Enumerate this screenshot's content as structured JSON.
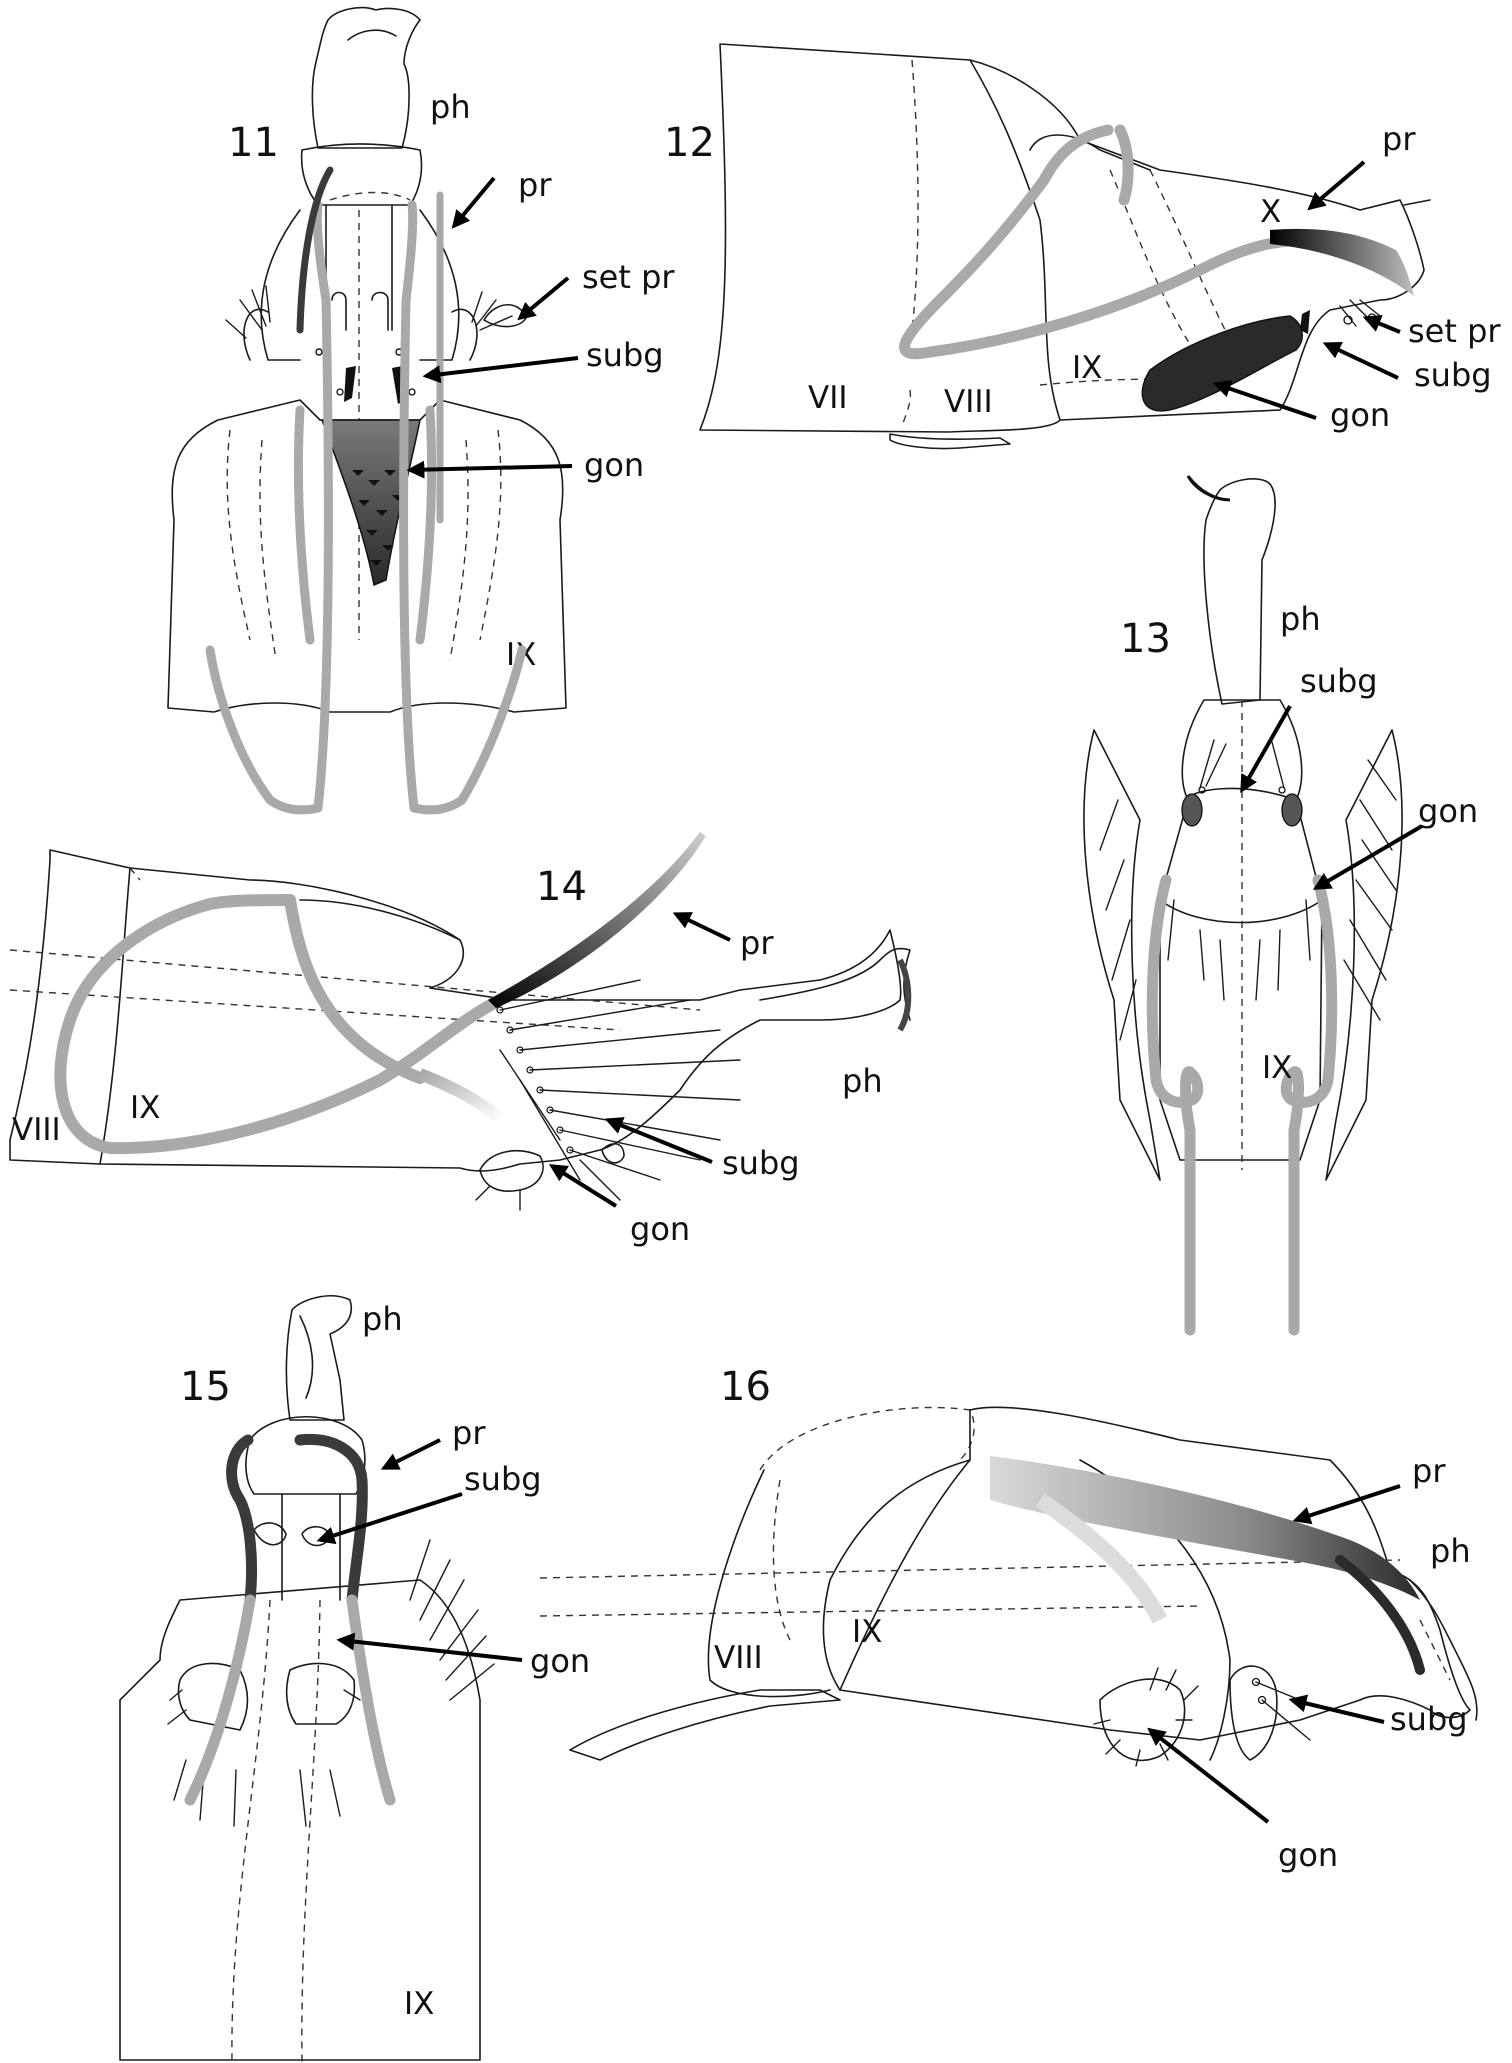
{
  "plate": {
    "background": "#ffffff",
    "outline_color": "#1a1a1a",
    "sclerite_grey": "#a9a9a9",
    "sclerite_dark": "#3a3a3a"
  },
  "figures": [
    {
      "number": "11",
      "view": "ventral",
      "labels": {
        "ph": "ph",
        "pr": "pr",
        "set_pr": "set pr",
        "subg": "subg",
        "gon": "gon"
      },
      "segments": [
        "IX"
      ]
    },
    {
      "number": "12",
      "view": "lateral",
      "labels": {
        "pr": "pr",
        "set_pr": "set pr",
        "subg": "subg",
        "gon": "gon"
      },
      "segments": [
        "X",
        "IX",
        "VII",
        "VIII"
      ]
    },
    {
      "number": "13",
      "view": "ventral",
      "labels": {
        "ph": "ph",
        "subg": "subg",
        "gon": "gon"
      },
      "segments": [
        "IX"
      ]
    },
    {
      "number": "14",
      "view": "lateral",
      "labels": {
        "pr": "pr",
        "ph": "ph",
        "subg": "subg",
        "gon": "gon"
      },
      "segments": [
        "VIII",
        "IX"
      ]
    },
    {
      "number": "15",
      "view": "ventral",
      "labels": {
        "ph": "ph",
        "pr": "pr",
        "subg": "subg",
        "gon": "gon"
      },
      "segments": [
        "IX"
      ]
    },
    {
      "number": "16",
      "view": "lateral",
      "labels": {
        "pr": "pr",
        "ph": "ph",
        "subg": "subg",
        "gon": "gon"
      },
      "segments": [
        "VIII",
        "IX"
      ]
    }
  ]
}
